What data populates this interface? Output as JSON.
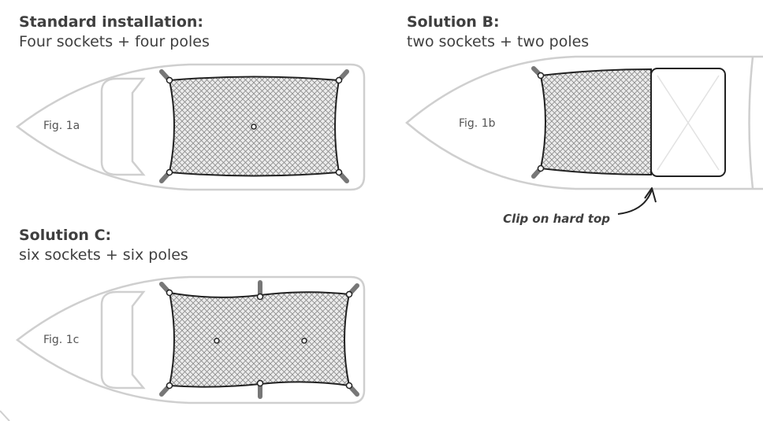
{
  "sections": [
    {
      "title": "Standard installation:",
      "subtitle": "Four sockets + four poles",
      "figure_label": "Fig. 1a"
    },
    {
      "title": "Solution B:",
      "subtitle": "two sockets + two poles",
      "figure_label": "Fig. 1b",
      "annotation": "Clip on hard top"
    },
    {
      "title": "Solution C:",
      "subtitle": "six sockets + six poles",
      "figure_label": "Fig. 1c"
    }
  ],
  "colors": {
    "text": "#3f3f3f",
    "hull_outline": "#cfcfcf",
    "net_outline": "#222222",
    "net_fill": "#d9d9d9",
    "pole": "#777777"
  }
}
